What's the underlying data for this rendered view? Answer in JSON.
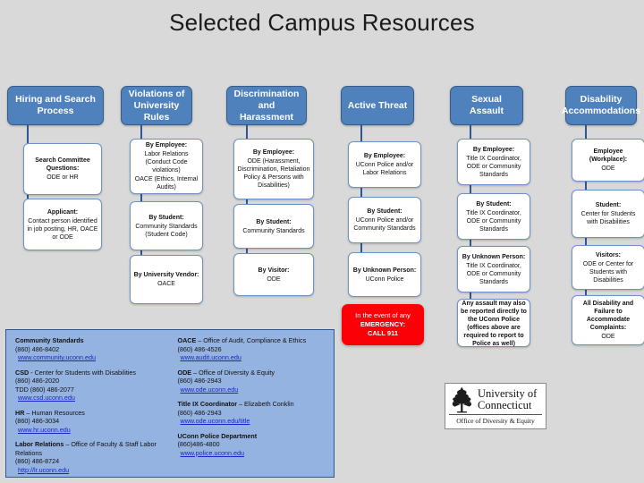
{
  "title": "Selected Campus Resources",
  "emergency": {
    "line1": "In the event of any",
    "line2": "EMERGENCY:",
    "line3": "CALL 911",
    "color": "#fb0007"
  },
  "theme": {
    "header_fill": "#4f81bd",
    "header_border": "#385d8a",
    "leaf_border": "#6f92c4",
    "connector": "#2f5597",
    "panel_fill": "#95b3e0",
    "panel_border": "#31588e",
    "background": "#d9d9d9",
    "link": "#1b23c9"
  },
  "columns": [
    {
      "header": "Hiring and Search Process",
      "items": [
        {
          "heading": "Search Committee Questions:",
          "body": "ODE or HR"
        },
        {
          "heading": "Applicant:",
          "body": "Contact person identified in job posting, HR, OACE or ODE"
        }
      ]
    },
    {
      "header": "Violations of University Rules",
      "items": [
        {
          "heading": "By Employee:",
          "body": "Labor Relations (Conduct Code violations)",
          "body2": "OACE (Ethics, Internal Audits)"
        },
        {
          "heading": "By Student:",
          "body": "Community Standards (Student Code)"
        },
        {
          "heading": "By University Vendor:",
          "body": "OACE"
        }
      ]
    },
    {
      "header": "Discrimination and Harassment",
      "items": [
        {
          "heading": "By Employee:",
          "body": "ODE (Harassment, Discrimination, Retaliation Policy & Persons with Disabilities)"
        },
        {
          "heading": "By Student:",
          "body": "Community Standards"
        },
        {
          "heading": "By Visitor:",
          "body": "ODE"
        }
      ]
    },
    {
      "header": "Active Threat",
      "items": [
        {
          "heading": "By Employee:",
          "body": "UConn Police and/or Labor Relations"
        },
        {
          "heading": "By Student:",
          "body": "UConn Police and/or Community Standards"
        },
        {
          "heading": "By Unknown Person:",
          "body": "UConn Police"
        }
      ]
    },
    {
      "header": "Sexual Assault",
      "items": [
        {
          "heading": "By Employee:",
          "body": "Title IX Coordinator, ODE or Community Standards"
        },
        {
          "heading": "By Student:",
          "body": "Title IX Coordinator, ODE or Community Standards"
        },
        {
          "heading": "By Unknown Person:",
          "body": "Title IX Coordinator, ODE or Community Standards"
        },
        {
          "heading": "",
          "body": "Any assault may also be reported directly to the UConn Police (offices above are required to report to Police as well)",
          "bold_body": true
        }
      ]
    },
    {
      "header": "Disability Accommodations",
      "items": [
        {
          "heading": "Employee (Workplace):",
          "body": "ODE"
        },
        {
          "heading": "Student:",
          "body": "Center for Students with Disabilities"
        },
        {
          "heading": "Visitors:",
          "body": "ODE or Center for Students with Disabilities"
        },
        {
          "heading": "All Disability and Failure to Accommodate Complaints:",
          "body": "ODE"
        }
      ]
    }
  ],
  "contacts": {
    "left": [
      {
        "name": "Community Standards",
        "desc": "",
        "phones": [
          "(860) 486-8402"
        ],
        "links": [
          "www.community.uconn.edu"
        ]
      },
      {
        "name": "CSD",
        "desc": " - Center for Students with Disabilities",
        "phones": [
          "(860) 486-2020",
          "TDD (860) 486-2077"
        ],
        "links": [
          "www.csd.uconn.edu"
        ]
      },
      {
        "name": "HR",
        "desc": " – Human Resources",
        "phones": [
          "(860) 486-3034"
        ],
        "links": [
          "www.hr.uconn.edu"
        ]
      },
      {
        "name": "Labor Relations",
        "desc": " – Office of Faculty & Staff Labor Relations",
        "phones": [
          "(860) 486-8724"
        ],
        "links": [
          "http://lr.uconn.edu"
        ]
      }
    ],
    "right": [
      {
        "name": "OACE",
        "desc": " – Office of Audit, Compliance & Ethics",
        "phones": [
          "(860) 486-4526"
        ],
        "links": [
          "www.audit.uconn.edu"
        ]
      },
      {
        "name": "ODE",
        "desc": " – Office of Diversity & Equity",
        "phones": [
          "(860) 486-2943"
        ],
        "links": [
          "www.ode.uconn.edu"
        ]
      },
      {
        "name": "Title IX Coordinator",
        "desc": " – Elizabeth Conklin",
        "phones": [
          "(860) 486-2943"
        ],
        "links": [
          "www.ode.uconn.edu/title"
        ]
      },
      {
        "name": "UConn Police Department",
        "desc": "",
        "phones": [
          "(860)486-4800"
        ],
        "links": [
          "www.police.uconn.edu"
        ]
      }
    ]
  },
  "logo": {
    "line1": "University of",
    "line2": "Connecticut",
    "subtitle": "Office of Diversity  & Equity"
  }
}
